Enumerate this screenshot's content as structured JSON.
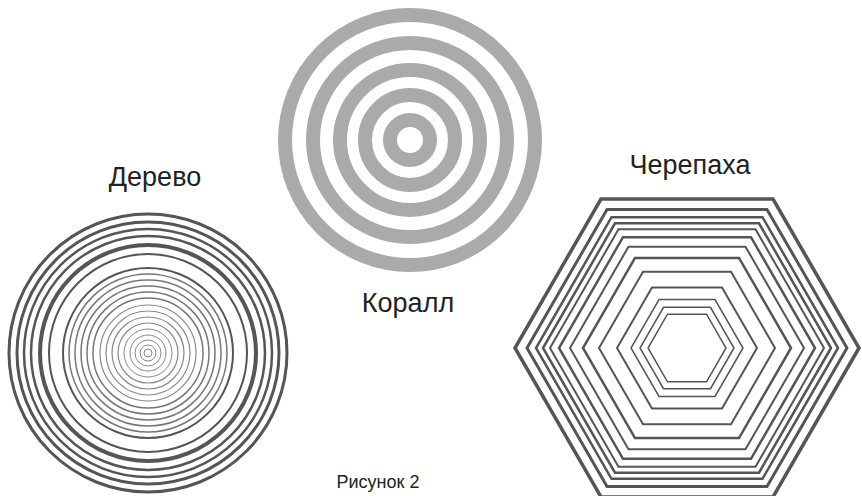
{
  "diagram": {
    "caption": "Рисунок 2",
    "labels": [
      "Дерево",
      "Коралл",
      "Черепаха"
    ]
  }
}
